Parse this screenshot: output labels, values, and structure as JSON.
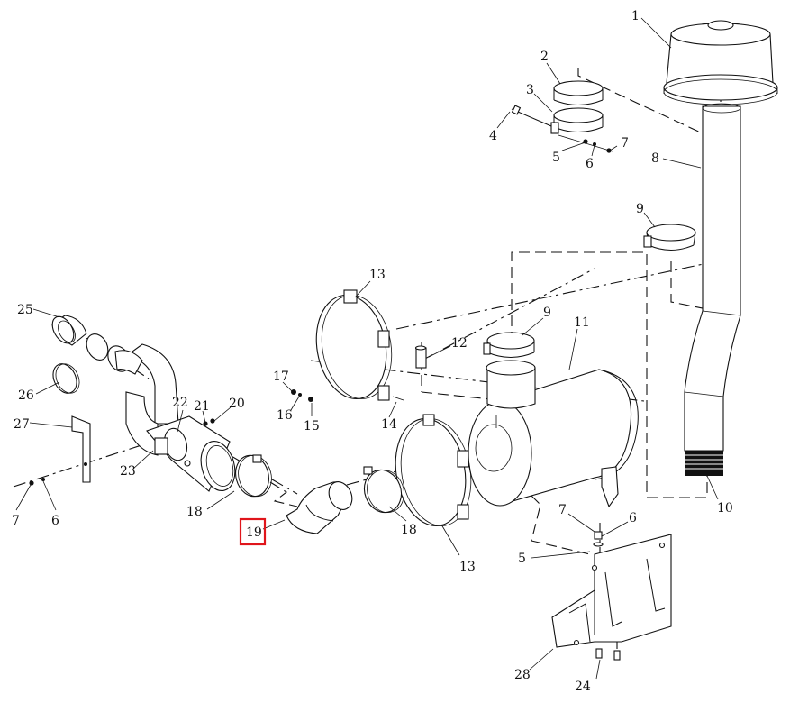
{
  "diagram": {
    "callouts": [
      {
        "id": "c1",
        "text": "1"
      },
      {
        "id": "c2",
        "text": "2"
      },
      {
        "id": "c3",
        "text": "3"
      },
      {
        "id": "c4",
        "text": "4"
      },
      {
        "id": "c5a",
        "text": "5"
      },
      {
        "id": "c6a",
        "text": "6"
      },
      {
        "id": "c7a",
        "text": "7"
      },
      {
        "id": "c8",
        "text": "8"
      },
      {
        "id": "c9a",
        "text": "9"
      },
      {
        "id": "c10",
        "text": "10"
      },
      {
        "id": "c9b",
        "text": "9"
      },
      {
        "id": "c11",
        "text": "11"
      },
      {
        "id": "c12",
        "text": "12"
      },
      {
        "id": "c13a",
        "text": "13"
      },
      {
        "id": "c17",
        "text": "17"
      },
      {
        "id": "c16",
        "text": "16"
      },
      {
        "id": "c15",
        "text": "15"
      },
      {
        "id": "c14",
        "text": "14"
      },
      {
        "id": "c25",
        "text": "25"
      },
      {
        "id": "c26",
        "text": "26"
      },
      {
        "id": "c22",
        "text": "22"
      },
      {
        "id": "c21",
        "text": "21"
      },
      {
        "id": "c20",
        "text": "20"
      },
      {
        "id": "c27",
        "text": "27"
      },
      {
        "id": "c23",
        "text": "23"
      },
      {
        "id": "c7b",
        "text": "7"
      },
      {
        "id": "c6b",
        "text": "6"
      },
      {
        "id": "c18a",
        "text": "18"
      },
      {
        "id": "c19",
        "text": "19"
      },
      {
        "id": "c18b",
        "text": "18"
      },
      {
        "id": "c13b",
        "text": "13"
      },
      {
        "id": "c7c",
        "text": "7"
      },
      {
        "id": "c6c",
        "text": "6"
      },
      {
        "id": "c5b",
        "text": "5"
      },
      {
        "id": "c28",
        "text": "28"
      },
      {
        "id": "c24",
        "text": "24"
      }
    ],
    "highlighted_callout": "19",
    "highlight_color": "#e0151b",
    "line_color": "#111111",
    "background": "#ffffff"
  }
}
